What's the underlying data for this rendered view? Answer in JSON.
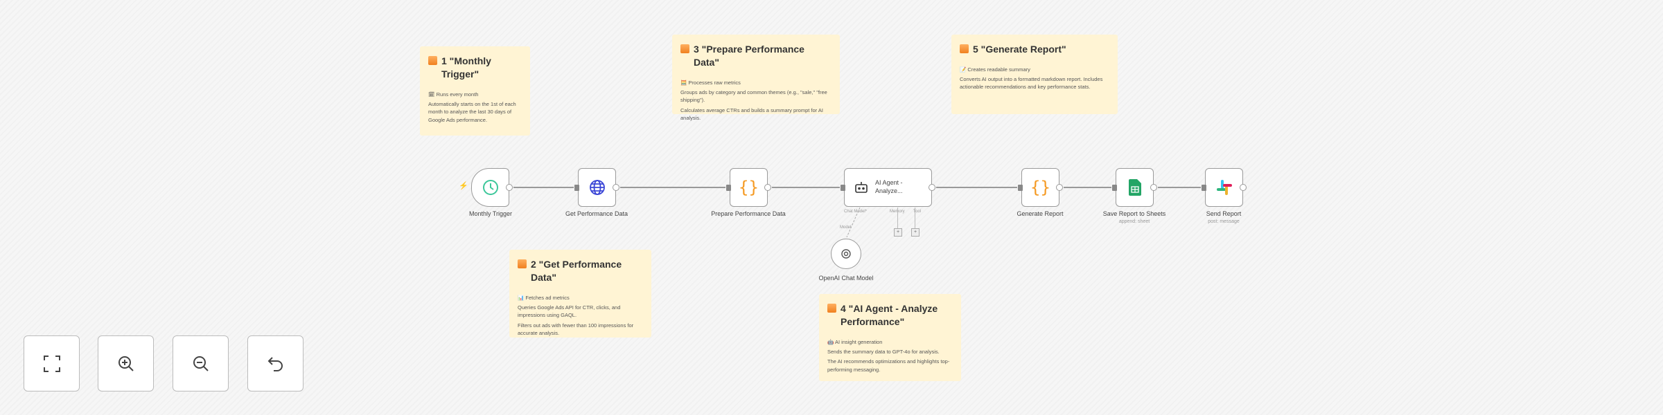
{
  "stickies": [
    {
      "title": "1 \"Monthly Trigger\"",
      "lines": [
        "🗓 Runs every month",
        "Automatically starts on the 1st of each month to analyze the last 30 days of Google Ads performance."
      ]
    },
    {
      "title": "2 \"Get Performance Data\"",
      "lines": [
        "📊 Fetches ad metrics",
        "Queries Google Ads API for CTR, clicks, and impressions using GAQL.",
        "Filters out ads with fewer than 100 impressions for accurate analysis."
      ]
    },
    {
      "title": "3 \"Prepare Performance Data\"",
      "lines": [
        "🧮 Processes raw metrics",
        "Groups ads by category and common themes (e.g., \"sale,\" \"free shipping\").",
        "Calculates average CTRs and builds a summary prompt for AI analysis."
      ]
    },
    {
      "title": "4 \"AI Agent - Analyze Performance\"",
      "lines": [
        "🤖 AI insight generation",
        "Sends the summary data to GPT-4o for analysis.",
        "The AI recommends optimizations and highlights top-performing messaging."
      ]
    },
    {
      "title": "5 \"Generate Report\"",
      "lines": [
        "📝 Creates readable summary",
        "Converts AI output into a formatted markdown report. Includes actionable recommendations and key performance stats."
      ]
    }
  ],
  "nodes": {
    "trigger": {
      "label": "Monthly Trigger"
    },
    "get": {
      "label": "Get Performance Data"
    },
    "prepare": {
      "label": "Prepare Performance Data"
    },
    "agent": {
      "label": "AI Agent - Analyze...",
      "ports": {
        "model": "Chat Model*",
        "memory": "Memory",
        "tool": "Tool"
      }
    },
    "generate": {
      "label": "Generate Report"
    },
    "sheets": {
      "label": "Save Report to Sheets",
      "sub": "append: sheet"
    },
    "slack": {
      "label": "Send Report",
      "sub": "post: message"
    },
    "openai": {
      "label": "OpenAI Chat Model",
      "edge_label": "Model"
    }
  },
  "colors": {
    "sticky": "#fff4d4",
    "trigger": "#3cc79a",
    "http": "#3a45d6",
    "code": "#f59a23",
    "sheets": "#23a566"
  },
  "controls": [
    "fit-view",
    "zoom-in",
    "zoom-out",
    "undo"
  ]
}
